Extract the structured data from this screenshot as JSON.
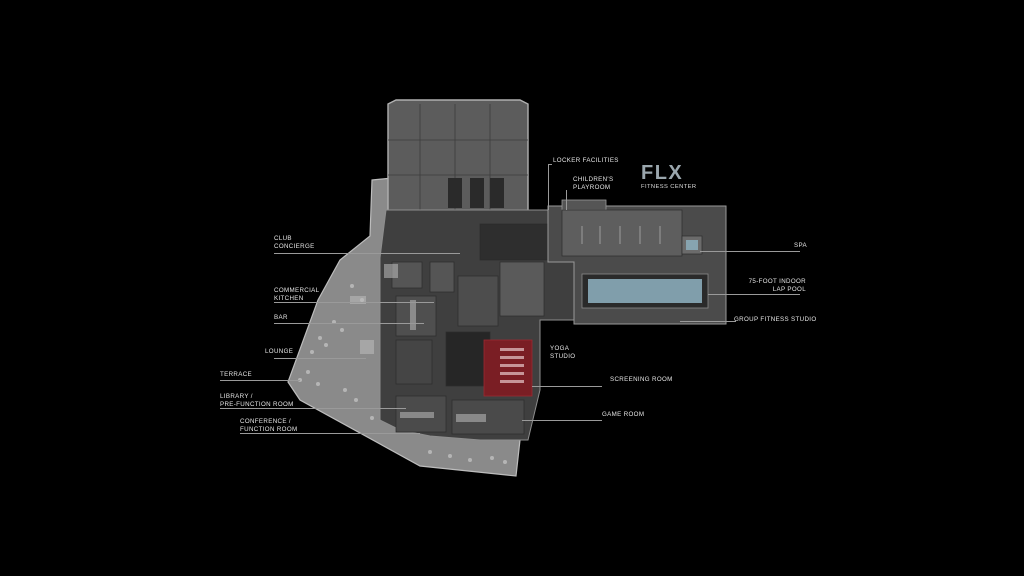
{
  "brand": {
    "logo": "FLX",
    "subtitle": "FITNESS CENTER"
  },
  "labels": {
    "locker_facilities": "LOCKER FACILITIES",
    "childrens_playroom": [
      "CHILDREN'S",
      "PLAYROOM"
    ],
    "spa": "SPA",
    "lap_pool": [
      "75-FOOT INDOOR",
      "LAP POOL"
    ],
    "group_fitness": "GROUP FITNESS STUDIO",
    "yoga": [
      "YOGA",
      "STUDIO"
    ],
    "screening_room": "SCREENING ROOM",
    "game_room": "GAME ROOM",
    "club_concierge": [
      "CLUB",
      "CONCIERGE"
    ],
    "commercial_kitchen": [
      "COMMERCIAL",
      "KITCHEN"
    ],
    "bar": "BAR",
    "lounge": "LOUNGE",
    "terrace": "TERRACE",
    "library": [
      "LIBRARY /",
      "PRE-FUNCTION ROOM"
    ],
    "conference": [
      "CONFERENCE /",
      "FUNCTION ROOM"
    ]
  },
  "colors": {
    "background": "#000000",
    "tower": "#5a5a5a",
    "terrace": "#8a8a8a",
    "amenity_floor": "#3e3e3e",
    "fitness_wing": "#4a4a4a",
    "pool_water": "#8fb3c2",
    "screening_room": "#7a1e24",
    "logo": "#9aa6ad"
  }
}
